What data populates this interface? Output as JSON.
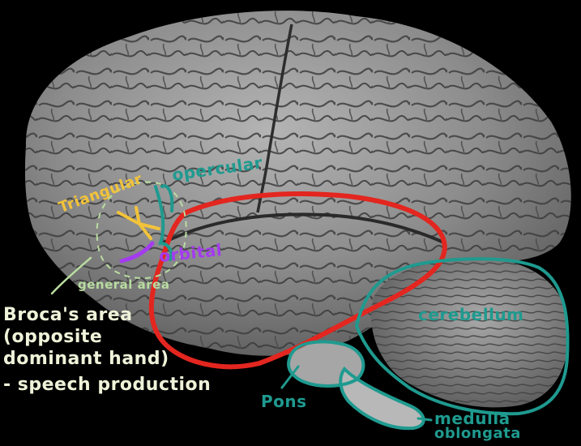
{
  "labels": {
    "triangular": "Triangular",
    "opercular": "opercular",
    "orbital": "orbital",
    "general_area": "general area",
    "brocas_line1": "Broca's area",
    "brocas_line2": "(opposite",
    "brocas_line3": "dominant hand)",
    "brocas_line4": "- speech production",
    "cerebellum": "cerebellum",
    "pons": "Pons",
    "medulla_line1": "medulla",
    "medulla_line2": "oblongata"
  },
  "colors": {
    "background": "#000000",
    "brain_gray": "#8d8d8d",
    "temporal_outline": "#e3261f",
    "structure_outline": "#1f9a8f",
    "triangular": "#f2c33a",
    "orbital": "#a43bf0",
    "general_area": "#b9dca0",
    "brocas_text": "#eef2d8"
  }
}
